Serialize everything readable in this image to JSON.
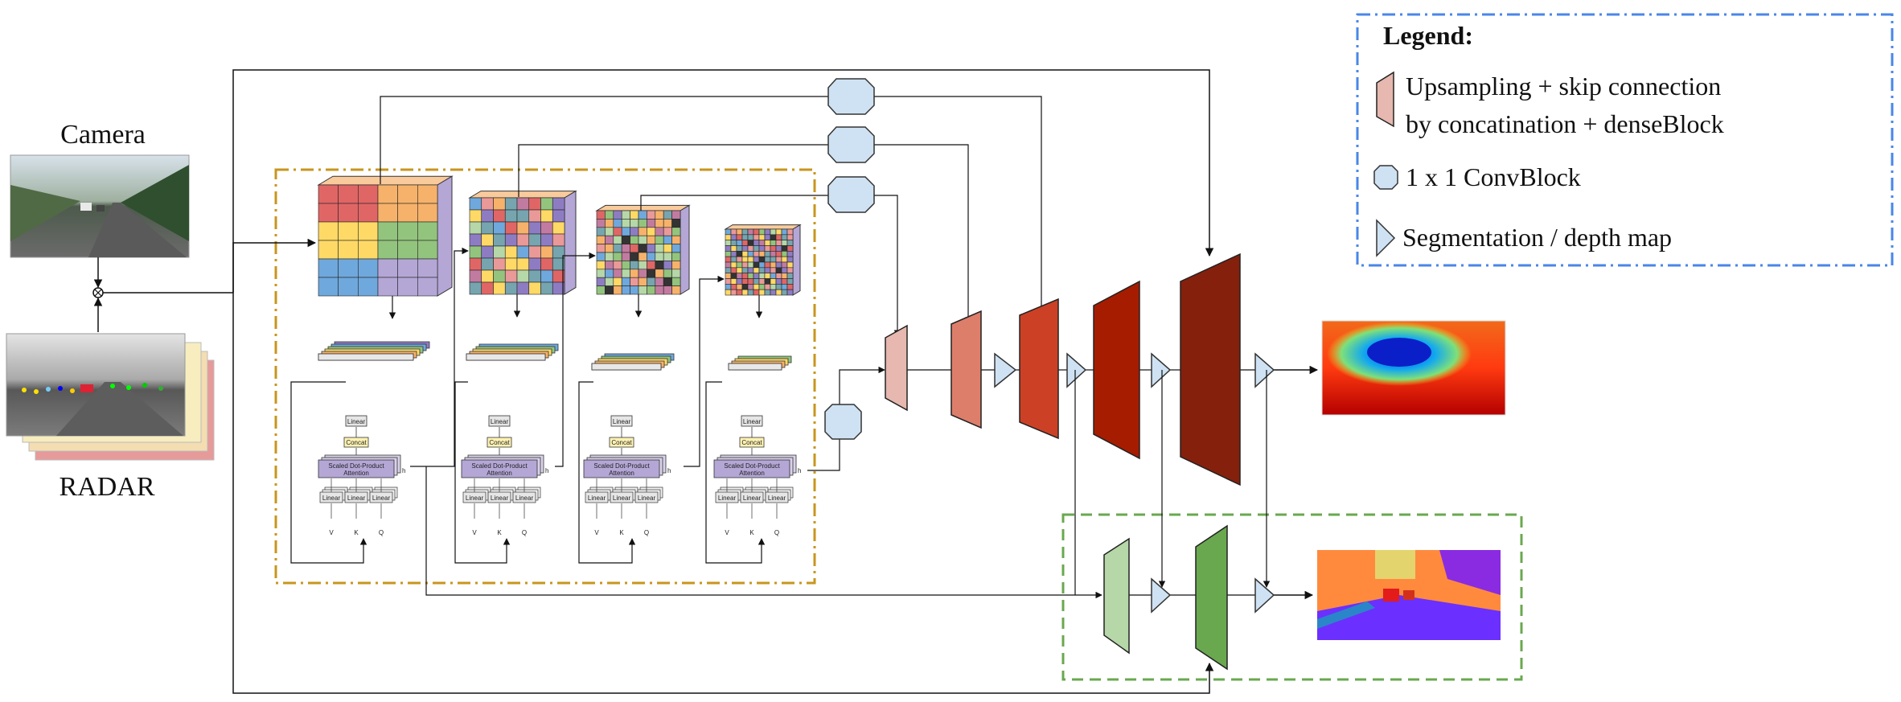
{
  "inputs": {
    "camera_label": "Camera",
    "radar_label": "RADAR"
  },
  "legend": {
    "title": "Legend:",
    "upsampling_line1": "Upsampling + skip connection",
    "upsampling_line2": "by concatination + denseBlock",
    "conv": "1 x 1 ConvBlock",
    "seg": "Segmentation / depth map"
  },
  "attention": {
    "linear": "Linear",
    "concat": "Concat",
    "sdpa_line1": "Scaled Dot-Product",
    "sdpa_line2": "Attention",
    "h": "h",
    "v": "V",
    "k": "K",
    "q": "Q"
  },
  "colors": {
    "encoder_box": "#c8961e",
    "seg_box": "#6aa84f",
    "legend_box": "#4a86e8",
    "conv_block": "#cfe2f3",
    "up_1": "#e6b8af",
    "up_2": "#dd7e6b",
    "up_3": "#cc4125",
    "up_4": "#a61c00",
    "up_5": "#85200c",
    "seg_up_1": "#b6d7a8",
    "seg_up_2": "#6aa84f"
  }
}
